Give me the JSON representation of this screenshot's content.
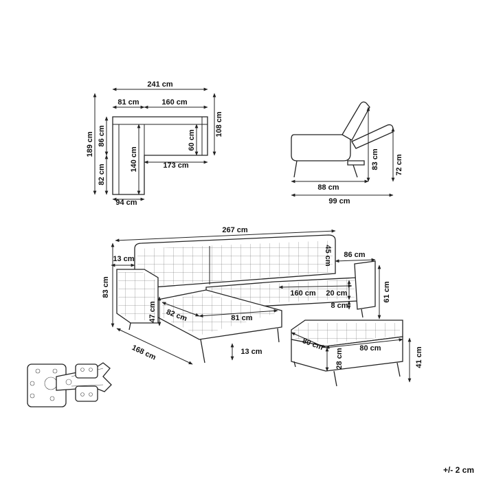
{
  "plan": {
    "overall_width": "241 cm",
    "chaise_width": "81 cm",
    "seat_width": "160 cm",
    "overall_depth": "189 cm",
    "back_depth": "86 cm",
    "chaise_length": "82 cm",
    "inner_chaise": "140 cm",
    "inner_seat": "173 cm",
    "seat_depth": "60 cm",
    "sofa_depth": "108 cm",
    "chaise_depth": "94 cm"
  },
  "side": {
    "depth": "88 cm",
    "reclined_depth": "99 cm",
    "height": "83 cm",
    "reclined_height": "72 cm"
  },
  "main": {
    "length": "267 cm",
    "back_height": "45 cm",
    "armrest_depth": "86 cm",
    "armrest_width": "13 cm",
    "total_height": "83 cm",
    "armrest_height": "61 cm",
    "seat_width": "160 cm",
    "cushion_depth": "20 cm",
    "cushion_height": "8 cm",
    "chaise_height": "47 cm",
    "chaise_depth": "82 cm",
    "chaise_width": "81 cm",
    "leg_height": "13 cm",
    "chaise_length": "168 cm"
  },
  "ottoman": {
    "depth": "80 cm",
    "width": "80 cm",
    "body_height": "28 cm",
    "total_height": "41 cm"
  },
  "tolerance": "+/- 2 cm",
  "icons": [
    "hinge-mechanism-icon"
  ]
}
